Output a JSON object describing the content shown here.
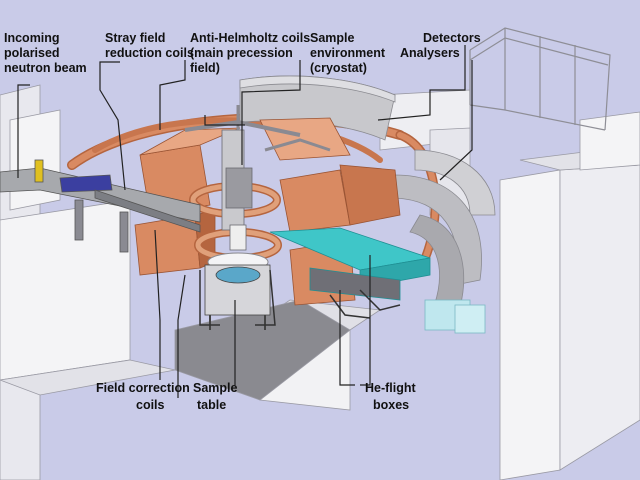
{
  "colors": {
    "background": "#c9cbe8",
    "copper": "#d98a62",
    "copper_dark": "#b5653f",
    "wall": "#f4f4f6",
    "grey_metal": "#b9b9bd",
    "cyan_flight": "#3fc6c8",
    "leader": "#222222"
  },
  "labels": {
    "incoming_beam": [
      "Incoming",
      "polarised",
      "neutron beam"
    ],
    "stray_field": [
      "Stray field",
      "reduction coils"
    ],
    "anti_helmholtz": [
      "Anti-Helmholtz coils",
      "(main precession",
      "field)"
    ],
    "sample_environment": [
      "Sample",
      "environment",
      "(cryostat)"
    ],
    "detectors": [
      "Detectors"
    ],
    "analysers": [
      "Analysers"
    ],
    "field_correction": [
      "Field correction",
      "coils"
    ],
    "sample_table": [
      "Sample",
      "table"
    ],
    "he_flight": [
      "He-flight",
      "boxes"
    ]
  }
}
